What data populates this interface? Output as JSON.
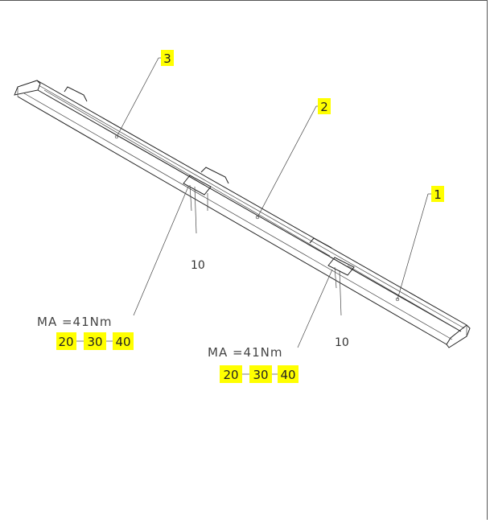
{
  "callouts": {
    "part_1": "1",
    "part_2": "2",
    "part_3": "3"
  },
  "dimensions": {
    "gap_left": "10",
    "gap_right": "10"
  },
  "joint_left": {
    "torque": "MA =41Nm",
    "sizes": [
      "20",
      "30",
      "40"
    ]
  },
  "joint_right": {
    "torque": "MA =41Nm",
    "sizes": [
      "20",
      "30",
      "40"
    ]
  },
  "colors": {
    "highlight": "#ffff00",
    "line": "#222222"
  }
}
